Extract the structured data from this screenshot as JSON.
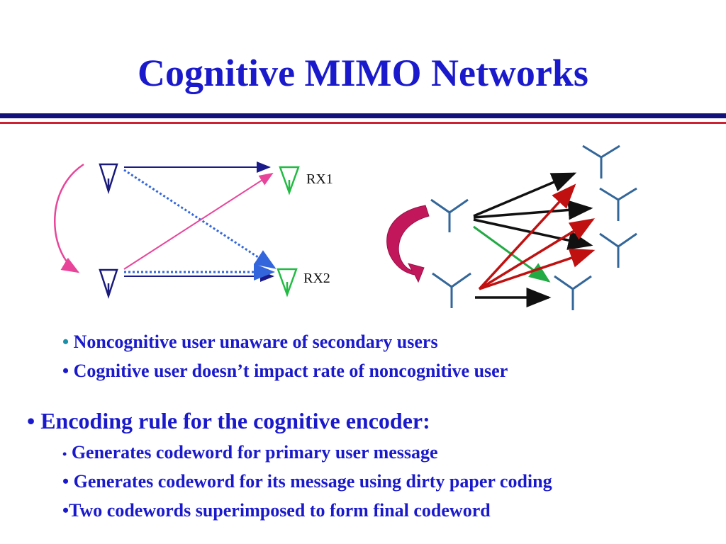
{
  "slide": {
    "title": "Cognitive MIMO Networks"
  },
  "diagram": {
    "rx1_label": "RX1",
    "rx2_label": "RX2",
    "colors": {
      "tx_antenna": "#1a1a7a",
      "rx_antenna": "#22bb44",
      "solid_link": "#1a1a8a",
      "dotted_link": "#3366dd",
      "pink": "#e8459a",
      "mimo_antenna": "#336699",
      "black_arrow": "#111111",
      "red_arrow": "#c01010",
      "green_arrow": "#22aa44",
      "magenta_curve": "#c2185b"
    }
  },
  "bullets_top": [
    {
      "marker": "•",
      "text": "Noncognitive user unaware of  secondary users"
    },
    {
      "marker": "•",
      "text": "Cognitive user doesn’t impact rate of  noncognitive user"
    }
  ],
  "bullets_main": {
    "heading_marker": "•",
    "heading": "Encoding rule for the cognitive encoder:",
    "sub": [
      {
        "marker": "•",
        "text": "Generates codeword for primary user message"
      },
      {
        "marker": "•",
        "text": "Generates codeword for its message using dirty paper coding"
      },
      {
        "marker": "•",
        "text": "Two codewords superimposed to form final codeword"
      }
    ]
  }
}
